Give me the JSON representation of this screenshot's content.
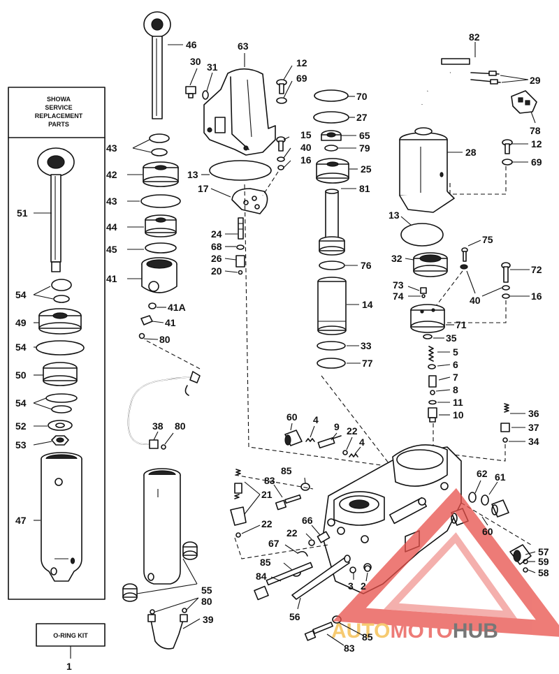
{
  "panel": {
    "title_lines": [
      "SHOWA",
      "SERVICE",
      "REPLACEMENT",
      "PARTS"
    ]
  },
  "oring_kit": {
    "label": "O-RING KIT",
    "number": "1"
  },
  "watermark": {
    "part1": "AUTO",
    "part2": "MOTO",
    "part3": "HUB",
    "colors": {
      "auto": "#f4b942",
      "moto": "#e8504a",
      "hub": "#4a4a4a",
      "triangle": "#e8504a"
    }
  },
  "callouts": [
    {
      "id": "c46",
      "text": "46"
    },
    {
      "id": "c63",
      "text": "63"
    },
    {
      "id": "c30",
      "text": "30"
    },
    {
      "id": "c31",
      "text": "31"
    },
    {
      "id": "c12a",
      "text": "12"
    },
    {
      "id": "c69a",
      "text": "69"
    },
    {
      "id": "c70",
      "text": "70"
    },
    {
      "id": "c27",
      "text": "27"
    },
    {
      "id": "c82",
      "text": "82"
    },
    {
      "id": "c29",
      "text": "29"
    },
    {
      "id": "c78",
      "text": "78"
    },
    {
      "id": "c43a",
      "text": "43"
    },
    {
      "id": "c42",
      "text": "42"
    },
    {
      "id": "c43b",
      "text": "43"
    },
    {
      "id": "c44",
      "text": "44"
    },
    {
      "id": "c45",
      "text": "45"
    },
    {
      "id": "c41",
      "text": "41"
    },
    {
      "id": "c41A",
      "text": "41A"
    },
    {
      "id": "c41b",
      "text": "41"
    },
    {
      "id": "c80a",
      "text": "80"
    },
    {
      "id": "c15",
      "text": "15"
    },
    {
      "id": "c40a",
      "text": "40"
    },
    {
      "id": "c16a",
      "text": "16"
    },
    {
      "id": "c65",
      "text": "65"
    },
    {
      "id": "c79",
      "text": "79"
    },
    {
      "id": "c25",
      "text": "25"
    },
    {
      "id": "c28",
      "text": "28"
    },
    {
      "id": "c12b",
      "text": "12"
    },
    {
      "id": "c69b",
      "text": "69"
    },
    {
      "id": "c13a",
      "text": "13"
    },
    {
      "id": "c17",
      "text": "17"
    },
    {
      "id": "c81",
      "text": "81"
    },
    {
      "id": "c13b",
      "text": "13"
    },
    {
      "id": "c24",
      "text": "24"
    },
    {
      "id": "c68",
      "text": "68"
    },
    {
      "id": "c26",
      "text": "26"
    },
    {
      "id": "c20",
      "text": "20"
    },
    {
      "id": "c76",
      "text": "76"
    },
    {
      "id": "c75",
      "text": "75"
    },
    {
      "id": "c32",
      "text": "32"
    },
    {
      "id": "c72",
      "text": "72"
    },
    {
      "id": "c14",
      "text": "14"
    },
    {
      "id": "c73",
      "text": "73"
    },
    {
      "id": "c74",
      "text": "74"
    },
    {
      "id": "c40b",
      "text": "40"
    },
    {
      "id": "c16b",
      "text": "16"
    },
    {
      "id": "c71",
      "text": "71"
    },
    {
      "id": "c35",
      "text": "35"
    },
    {
      "id": "c33",
      "text": "33"
    },
    {
      "id": "c77",
      "text": "77"
    },
    {
      "id": "c5",
      "text": "5"
    },
    {
      "id": "c6",
      "text": "6"
    },
    {
      "id": "c7",
      "text": "7"
    },
    {
      "id": "c8",
      "text": "8"
    },
    {
      "id": "c11",
      "text": "11"
    },
    {
      "id": "c10",
      "text": "10"
    },
    {
      "id": "c36",
      "text": "36"
    },
    {
      "id": "c37",
      "text": "37"
    },
    {
      "id": "c34",
      "text": "34"
    },
    {
      "id": "c51",
      "text": "51"
    },
    {
      "id": "c54a",
      "text": "54"
    },
    {
      "id": "c49",
      "text": "49"
    },
    {
      "id": "c54b",
      "text": "54"
    },
    {
      "id": "c50",
      "text": "50"
    },
    {
      "id": "c54c",
      "text": "54"
    },
    {
      "id": "c52",
      "text": "52"
    },
    {
      "id": "c53",
      "text": "53"
    },
    {
      "id": "c47",
      "text": "47"
    },
    {
      "id": "c38",
      "text": "38"
    },
    {
      "id": "c80b",
      "text": "80"
    },
    {
      "id": "c60a",
      "text": "60"
    },
    {
      "id": "c4a",
      "text": "4"
    },
    {
      "id": "c9",
      "text": "9"
    },
    {
      "id": "c22a",
      "text": "22"
    },
    {
      "id": "c4b",
      "text": "4"
    },
    {
      "id": "c85a",
      "text": "85"
    },
    {
      "id": "c83a",
      "text": "83"
    },
    {
      "id": "c21",
      "text": "21"
    },
    {
      "id": "c22b",
      "text": "22"
    },
    {
      "id": "c66",
      "text": "66"
    },
    {
      "id": "c22c",
      "text": "22"
    },
    {
      "id": "c67",
      "text": "67"
    },
    {
      "id": "c62",
      "text": "62"
    },
    {
      "id": "c61",
      "text": "61"
    },
    {
      "id": "c60b",
      "text": "60"
    },
    {
      "id": "c85b",
      "text": "85"
    },
    {
      "id": "c84",
      "text": "84"
    },
    {
      "id": "c3",
      "text": "3"
    },
    {
      "id": "c2",
      "text": "2"
    },
    {
      "id": "c56",
      "text": "56"
    },
    {
      "id": "c55",
      "text": "55"
    },
    {
      "id": "c80c",
      "text": "80"
    },
    {
      "id": "c39",
      "text": "39"
    },
    {
      "id": "c57",
      "text": "57"
    },
    {
      "id": "c59",
      "text": "59"
    },
    {
      "id": "c58",
      "text": "58"
    },
    {
      "id": "c85c",
      "text": "85"
    },
    {
      "id": "c83b",
      "text": "83"
    }
  ]
}
